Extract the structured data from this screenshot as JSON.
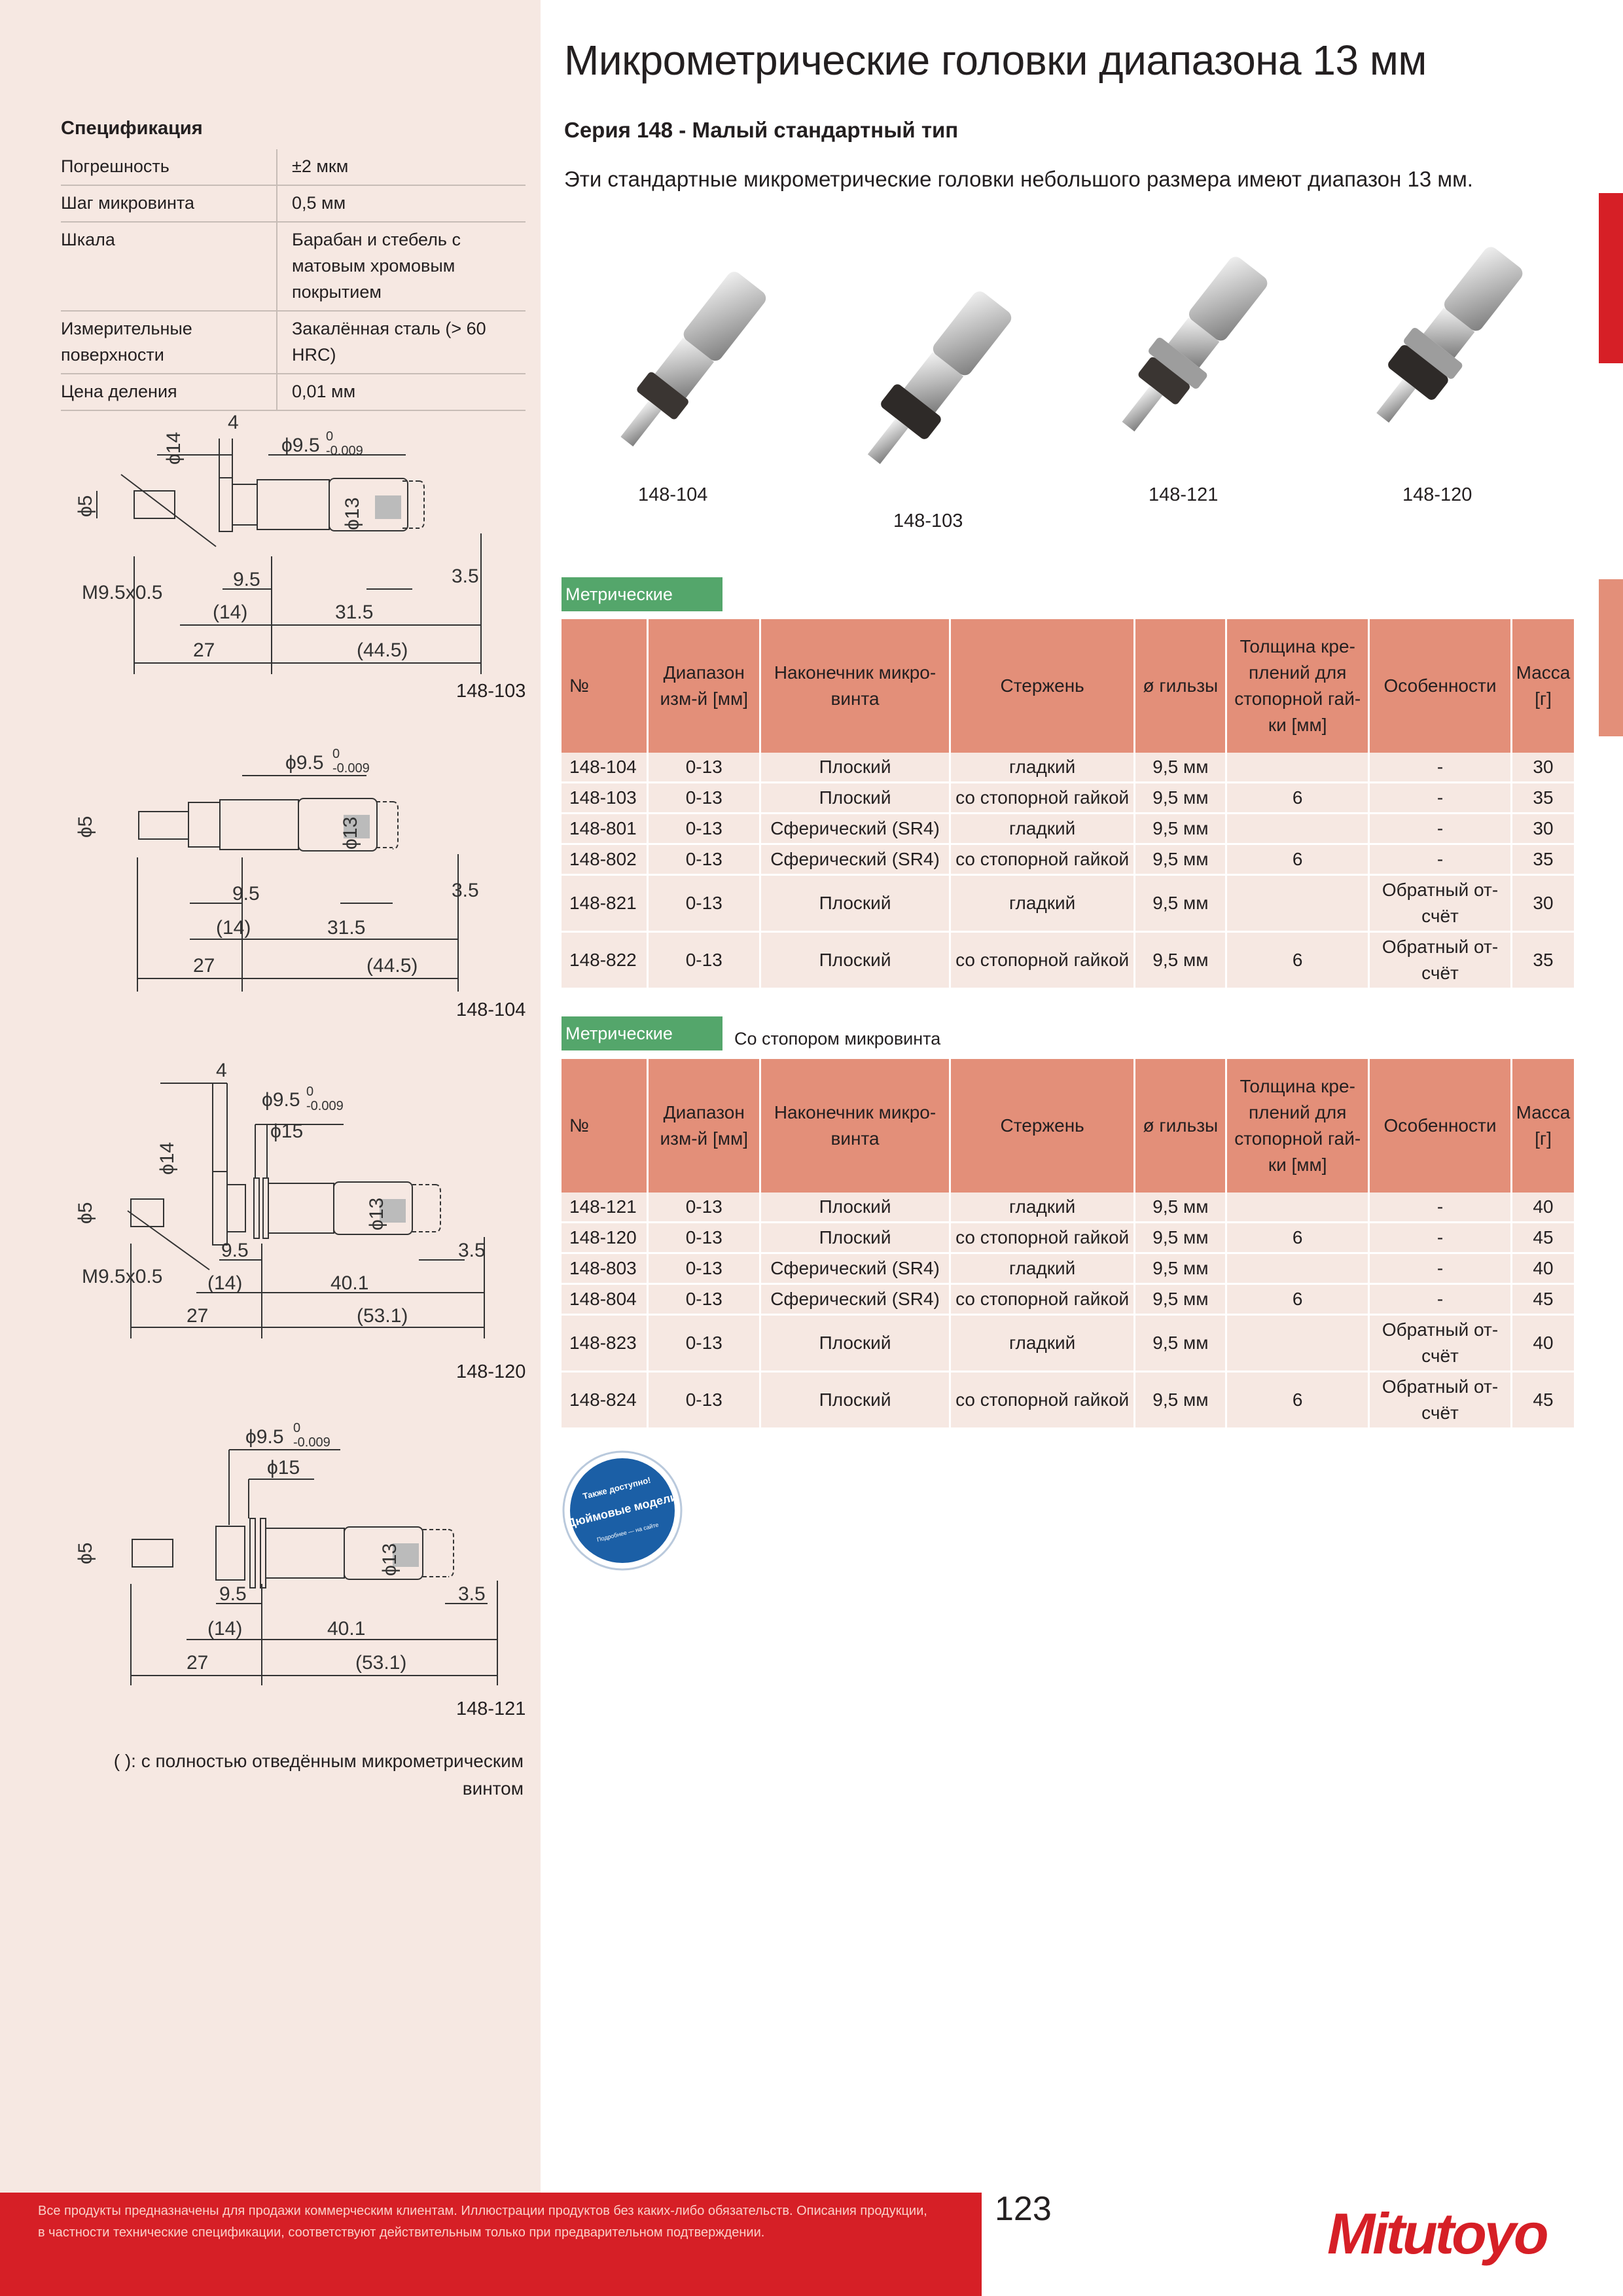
{
  "title": "Микрометрические головки диапазона 13 мм",
  "series_title": "Серия 148 - Малый стандартный тип",
  "intro": "Эти стандартные микрометрические головки небольшого размера имеют диапазон 13 мм.",
  "spec": {
    "heading": "Спецификация",
    "rows": [
      {
        "key": "Погрешность",
        "value": "±2 мкм"
      },
      {
        "key": "Шаг микровинта",
        "value": "0,5 мм"
      },
      {
        "key": "Шкала",
        "value": "Барабан и стебель с матовым хромовым покрытием"
      },
      {
        "key": "Измерительные поверхности",
        "value": "Закалённая сталь (> 60 HRC)"
      },
      {
        "key": "Цена деления",
        "value": "0,01 мм"
      }
    ]
  },
  "drawings": [
    {
      "label": "148-103",
      "dims": {
        "d14": "ϕ14",
        "d5": "ϕ5",
        "d13": "ϕ13",
        "d95": "ϕ9.5",
        "tol_top": "0",
        "tol_bot": "-0.009",
        "thread": "M9.5x0.5",
        "w4": "4",
        "w95": "9.5",
        "w35": "3.5",
        "w14": "(14)",
        "w315": "31.5",
        "w27": "27",
        "w445": "(44.5)"
      }
    },
    {
      "label": "148-104",
      "dims": {
        "d5": "ϕ5",
        "d13": "ϕ13",
        "d95": "ϕ9.5",
        "tol_top": "0",
        "tol_bot": "-0.009",
        "w95": "9.5",
        "w35": "3.5",
        "w14": "(14)",
        "w315": "31.5",
        "w27": "27",
        "w445": "(44.5)"
      }
    },
    {
      "label": "148-120",
      "dims": {
        "d14": "ϕ14",
        "d5": "ϕ5",
        "d13": "ϕ13",
        "d95": "ϕ9.5",
        "d15": "ϕ15",
        "tol_top": "0",
        "tol_bot": "-0.009",
        "thread": "M9.5x0.5",
        "w4": "4",
        "w95": "9.5",
        "w35": "3.5",
        "w14": "(14)",
        "w401": "40.1",
        "w27": "27",
        "w531": "(53.1)"
      }
    },
    {
      "label": "148-121",
      "dims": {
        "d5": "ϕ5",
        "d13": "ϕ13",
        "d95": "ϕ9.5",
        "d15": "ϕ15",
        "tol_top": "0",
        "tol_bot": "-0.009",
        "w95": "9.5",
        "w35": "3.5",
        "w14": "(14)",
        "w401": "40.1",
        "w27": "27",
        "w531": "(53.1)"
      }
    }
  ],
  "footnote": "( ): с полностью отведённым микрометрическим винтом",
  "products": [
    {
      "label": "148-104"
    },
    {
      "label": "148-103"
    },
    {
      "label": "148-121"
    },
    {
      "label": "148-120"
    }
  ],
  "table1": {
    "tag": "Метрические",
    "headers": [
      "№",
      "Диапазон изм-й [мм]",
      "Наконечник микро-винта",
      "Стержень",
      "ø гильзы",
      "Толщина кре-плений для стопорной гай-ки [мм]",
      "Особенности",
      "Масса [г]"
    ],
    "rows": [
      [
        "148-104",
        "0-13",
        "Плоский",
        "гладкий",
        "9,5 мм",
        "",
        "-",
        "30"
      ],
      [
        "148-103",
        "0-13",
        "Плоский",
        "со стопорной гайкой",
        "9,5 мм",
        "6",
        "-",
        "35"
      ],
      [
        "148-801",
        "0-13",
        "Сферический (SR4)",
        "гладкий",
        "9,5 мм",
        "",
        "-",
        "30"
      ],
      [
        "148-802",
        "0-13",
        "Сферический (SR4)",
        "со стопорной гайкой",
        "9,5 мм",
        "6",
        "-",
        "35"
      ],
      [
        "148-821",
        "0-13",
        "Плоский",
        "гладкий",
        "9,5 мм",
        "",
        "Обратный от-счёт",
        "30"
      ],
      [
        "148-822",
        "0-13",
        "Плоский",
        "со стопорной гайкой",
        "9,5 мм",
        "6",
        "Обратный от-счёт",
        "35"
      ]
    ]
  },
  "table2": {
    "tag": "Метрические",
    "note": "Со стопором микровинта",
    "headers": [
      "№",
      "Диапазон изм-й [мм]",
      "Наконечник микро-винта",
      "Стержень",
      "ø гильзы",
      "Толщина кре-плений для стопорной гай-ки [мм]",
      "Особенности",
      "Масса [г]"
    ],
    "rows": [
      [
        "148-121",
        "0-13",
        "Плоский",
        "гладкий",
        "9,5 мм",
        "",
        "-",
        "40"
      ],
      [
        "148-120",
        "0-13",
        "Плоский",
        "со стопорной гайкой",
        "9,5 мм",
        "6",
        "-",
        "45"
      ],
      [
        "148-803",
        "0-13",
        "Сферический (SR4)",
        "гладкий",
        "9,5 мм",
        "",
        "-",
        "40"
      ],
      [
        "148-804",
        "0-13",
        "Сферический (SR4)",
        "со стопорной гайкой",
        "9,5 мм",
        "6",
        "-",
        "45"
      ],
      [
        "148-823",
        "0-13",
        "Плоский",
        "гладкий",
        "9,5 мм",
        "",
        "Обратный от-счёт",
        "40"
      ],
      [
        "148-824",
        "0-13",
        "Плоский",
        "со стопорной гайкой",
        "9,5 мм",
        "6",
        "Обратный от-счёт",
        "45"
      ]
    ]
  },
  "badge": {
    "line1": "Также доступно!",
    "line2": "Дюймовые модели",
    "line3": "Подробнее — на сайте"
  },
  "footer": {
    "disclaimer": "Все продукты предназначены для продажи коммерческим клиентам. Иллюстрации продуктов без каких-либо обязательств. Описания продукции, в частности технические спецификации, соответствуют действительным только при предварительном подтверждении.",
    "page_number": "123",
    "logo": "Mitutoyo"
  },
  "colors": {
    "brand_red": "#d61f26",
    "salmon": "#e38f79",
    "green_tag": "#54a66b",
    "panel_bg": "#f6e8e2"
  }
}
